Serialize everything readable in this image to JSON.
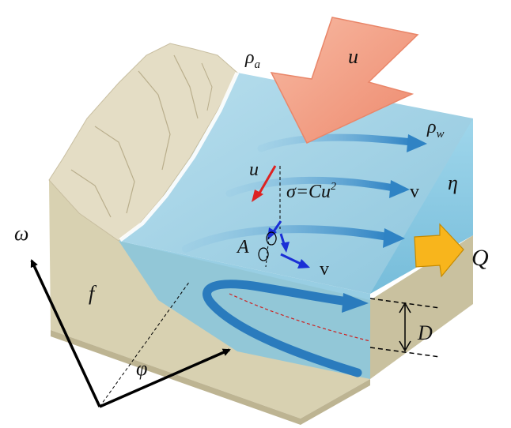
{
  "labels": {
    "rho_a": "ρ",
    "rho_a_sub": "a",
    "u_wind": "u",
    "rho_w": "ρ",
    "rho_w_sub": "w",
    "u_surface": "u",
    "sigma": "σ=Cu",
    "sigma_exp": "2",
    "v_upper": "v",
    "eta": "η",
    "A": "A",
    "v_lower": "v",
    "Q": "Q",
    "omega": "ω",
    "f": "f",
    "D": "D",
    "phi": "φ"
  },
  "colors": {
    "wind_arrow": "#f4a58a",
    "current_arrow": "#3e8ec9",
    "flux_arrow": "#f8b51c",
    "water_top": "#a7d3e6",
    "water_side": "#8ccbe2",
    "sediment": "#d9d2b2",
    "cliff": "#e2dcc4",
    "stress_arrow": "#dd2222",
    "ekman_arrow": "#1a2fd6",
    "interface_line": "#cc2222"
  }
}
